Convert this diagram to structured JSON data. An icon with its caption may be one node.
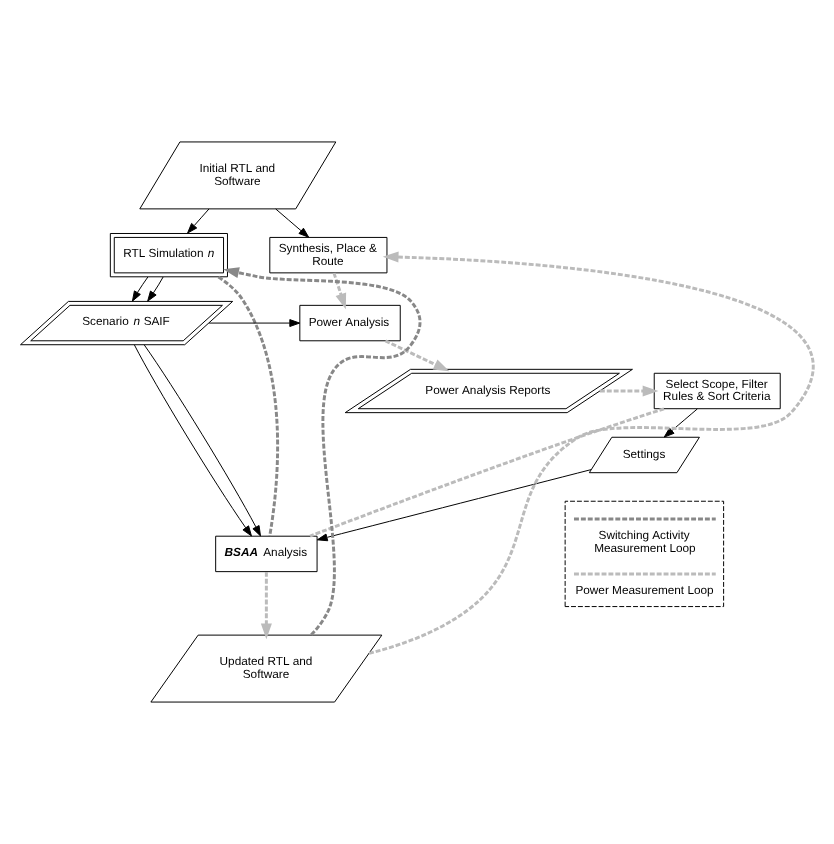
{
  "diagram": {
    "nodes": [
      {
        "text": [
          "Initial RTL and Software"
        ]
      },
      {
        "text": [
          "RTL Simulation *n*"
        ]
      },
      {
        "text": [
          "Synthesis, Place & Route"
        ]
      },
      {
        "text": [
          "Scenario *n* SAIF"
        ]
      },
      {
        "text": [
          "Power Analysis"
        ]
      },
      {
        "text": [
          "Power Analysis Reports"
        ]
      },
      {
        "text": [
          "Select Scope, Filter Rules & Sort Criteria"
        ]
      },
      {
        "text": [
          "Settings"
        ]
      },
      {
        "text": [
          "**BSAA** Analysis"
        ]
      },
      {
        "text": [
          "Updated RTL and Software"
        ]
      }
    ],
    "edges": [
      {
        "from": 0,
        "to": 1,
        "arrow": "to"
      },
      {
        "from": 0,
        "to": 2,
        "arrow": "to"
      },
      {
        "from": 1,
        "to": 3,
        "arrow": "to"
      },
      {
        "from": 1,
        "to": 3,
        "arrow": "to"
      },
      {
        "from": 3,
        "to": 4,
        "arrow": "to"
      },
      {
        "from": 3,
        "to": 8,
        "arrow": "to"
      },
      {
        "from": 3,
        "to": 8,
        "arrow": "to"
      },
      {
        "from": 6,
        "to": 7,
        "arrow": "to"
      },
      {
        "from": 7,
        "to": 8,
        "arrow": "to"
      },
      {
        "from": 2,
        "to": 4,
        "arrow": "to",
        "style": "dashed",
        "color": "#bbbbbb"
      },
      {
        "from": 4,
        "to": 5,
        "arrow": "to",
        "style": "dashed",
        "color": "#bbbbbb"
      },
      {
        "from": 5,
        "to": 6,
        "arrow": "to",
        "style": "dashed",
        "color": "#bbbbbb"
      },
      {
        "from": 6,
        "to": 8,
        "arrow": "none",
        "style": "dashed",
        "color": "#bbbbbb"
      },
      {
        "from": 8,
        "to": 9,
        "arrow": "to",
        "style": "dashed",
        "color": "#bbbbbb"
      },
      {
        "from": 9,
        "to": 2,
        "arrow": "to",
        "style": "dashed",
        "color": "#bbbbbb"
      },
      {
        "from": 9,
        "to": 1,
        "arrow": "to",
        "style": "dashed",
        "color": "#888888"
      },
      {
        "from": 1,
        "to": 8,
        "arrow": "none",
        "style": "dashed",
        "color": "#888888"
      }
    ],
    "legend": [
      {
        "text": "Switching Activity Measurement Loop"
      },
      {
        "text": "Power Measurement Loop"
      }
    ]
  }
}
